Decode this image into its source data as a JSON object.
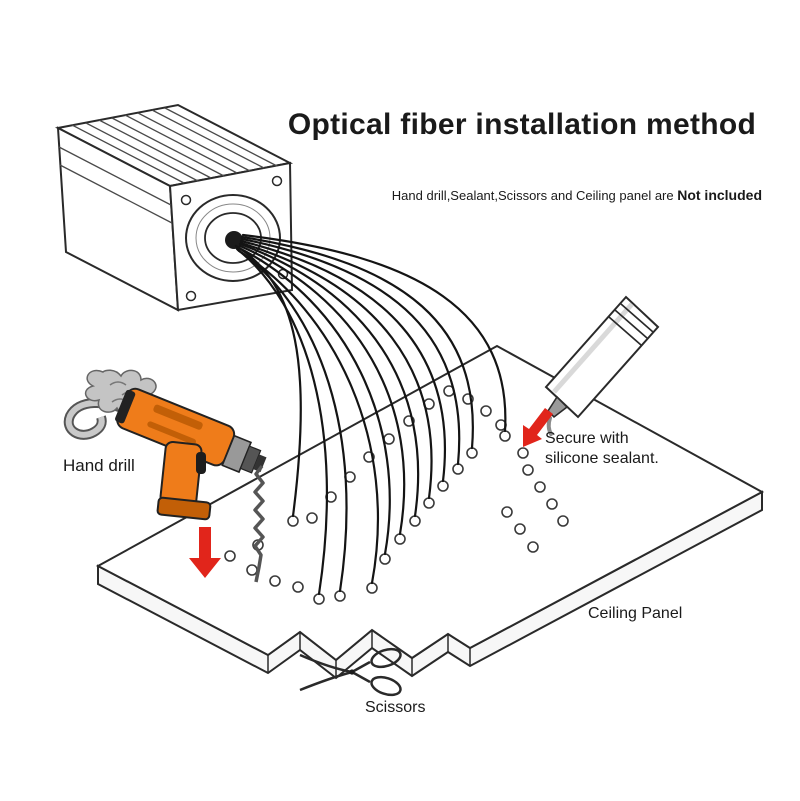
{
  "title": "Optical fiber installation method",
  "subtitle": {
    "regular": "Hand drill,Sealant,Scissors and Ceiling panel are ",
    "bold": "Not included"
  },
  "labels": {
    "hand_drill": "Hand drill",
    "sealant_line1": "Secure with",
    "sealant_line2": "silicone sealant.",
    "ceiling_panel": "Ceiling Panel",
    "scissors": "Scissors"
  },
  "illustrations": {
    "light_engine": "fiber-optic-light-engine-box",
    "fibers": "optical-fiber-bundle",
    "ceiling_panel": "perforated-ceiling-panel",
    "hand_drill": "hand-drill-tool",
    "sealant": "silicone-sealant-tube",
    "scissors": "scissors-cutter",
    "arrows": "red-direction-arrows"
  },
  "colors": {
    "arrow-red": "#e1251b",
    "drill-orange": "#ef7c1a",
    "drill-orange-dark": "#c25f07",
    "line-black": "#1c1c1c",
    "gray": "#9a9a9a"
  }
}
